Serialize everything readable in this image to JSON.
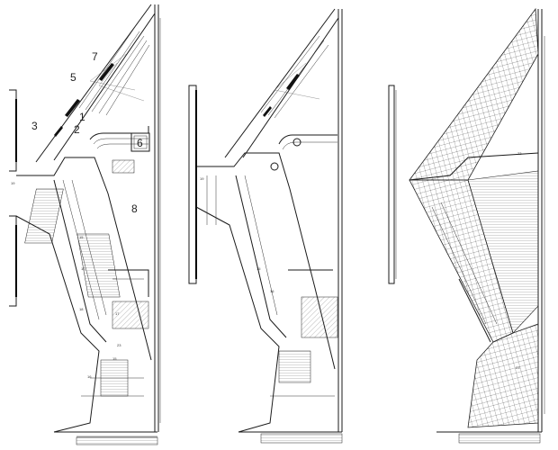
{
  "plans": [
    {
      "id": "plan-1",
      "labels": [
        "7",
        "5",
        "3",
        "1",
        "2",
        "6",
        "8"
      ],
      "room_numbers": [
        "15",
        "16",
        "18",
        "19",
        "17",
        "23",
        "15",
        "16"
      ]
    },
    {
      "id": "plan-2",
      "room_numbers": [
        "15",
        "16",
        "19"
      ]
    },
    {
      "id": "plan-3",
      "room_numbers": [
        "23",
        "23"
      ]
    }
  ]
}
